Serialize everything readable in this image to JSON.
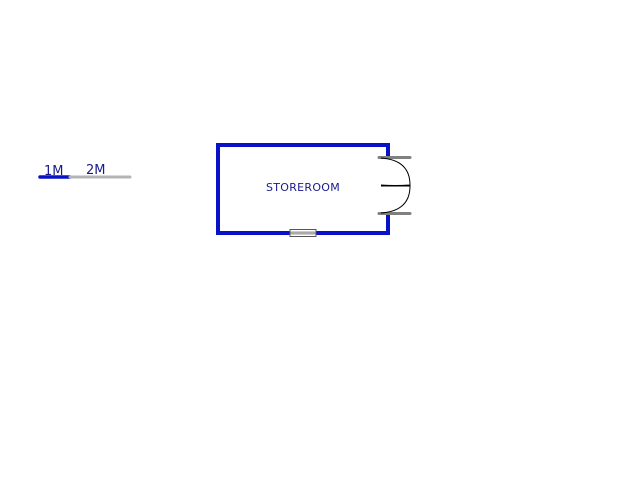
{
  "scale_bar": {
    "label_1": "1M",
    "label_2": "2M"
  },
  "room": {
    "name": "STOREROOM"
  },
  "colors": {
    "wall": "#0a12c8",
    "label": "#1a1a8c",
    "scale_primary": "#0a12c8",
    "scale_secondary": "#b4b4b4",
    "door_jamb": "#808080",
    "door_swing": "#000000"
  }
}
